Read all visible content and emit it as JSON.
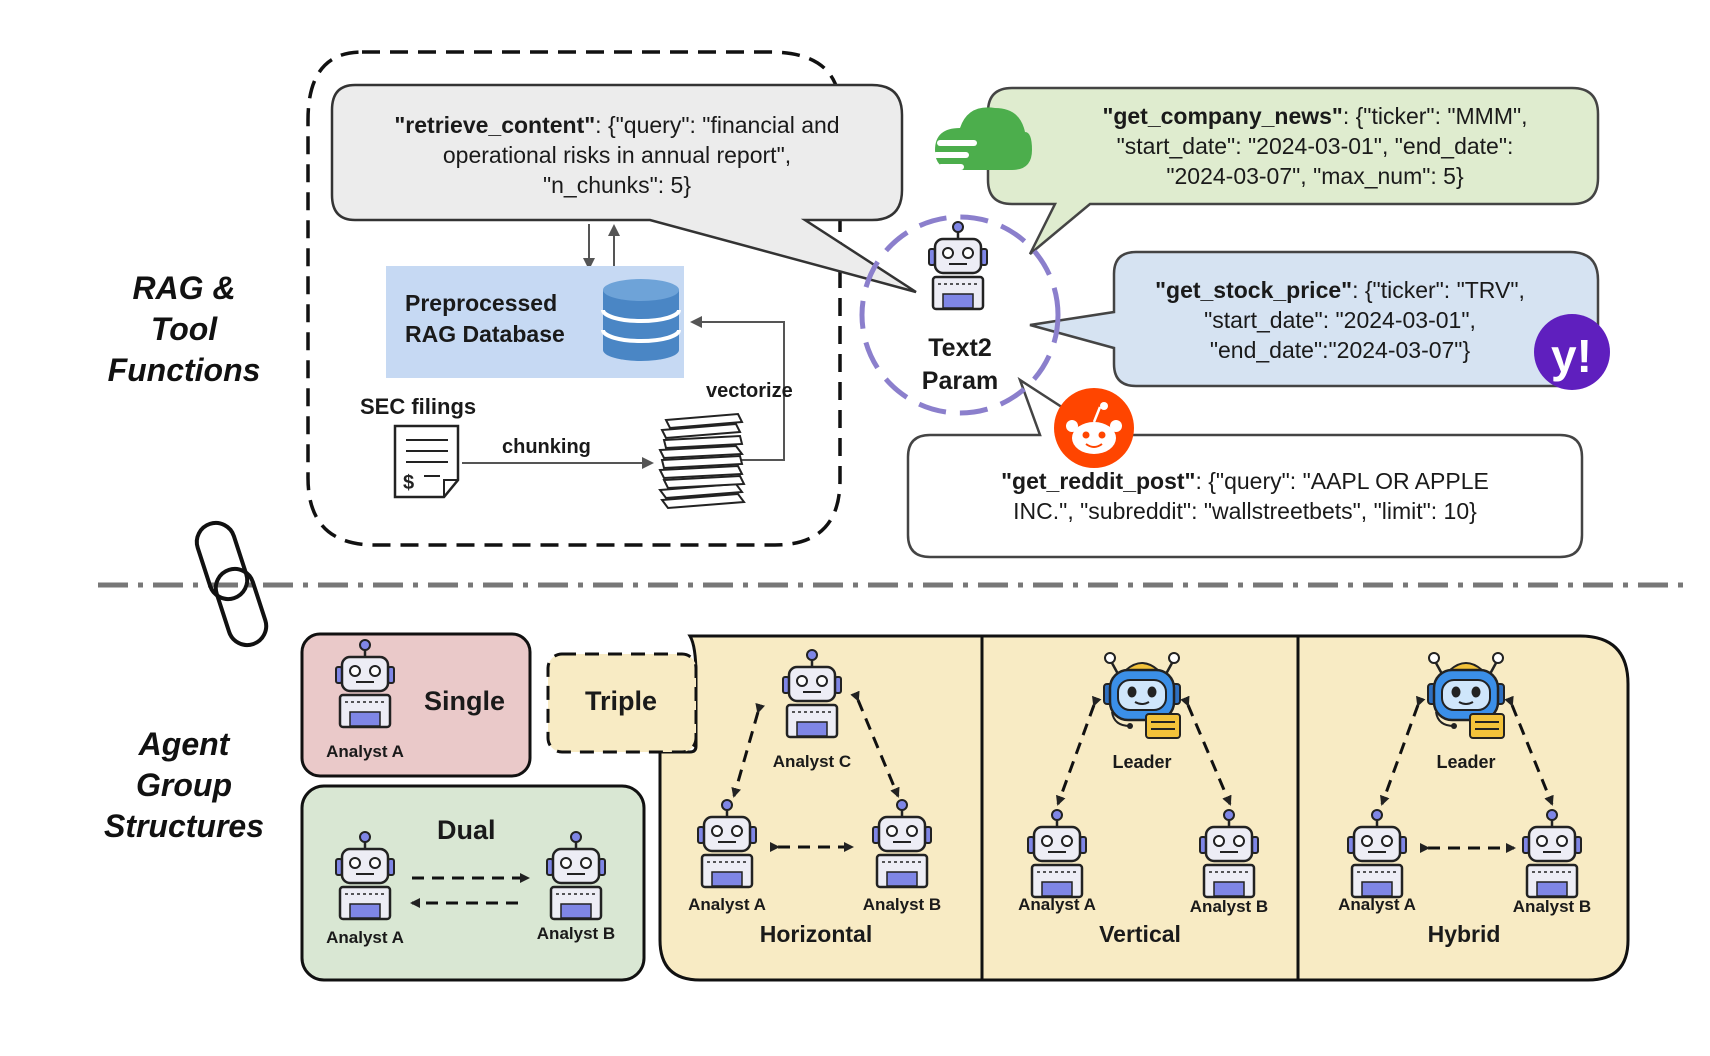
{
  "sections": {
    "top": [
      "RAG &",
      "Tool",
      "Functions"
    ],
    "bottom": [
      "Agent",
      "Group",
      "Structures"
    ]
  },
  "rag": {
    "call_fn": "\"retrieve_content\"",
    "call_args_line1": ": {\"query\": \"financial and",
    "call_args_line2": "operational risks in annual report\",",
    "call_args_line3": "\"n_chunks\": 5}",
    "db_line1": "Preprocessed",
    "db_line2": "RAG Database",
    "sec_filings": "SEC filings",
    "chunking": "chunking",
    "vectorize": "vectorize"
  },
  "text2param": {
    "line1": "Text2",
    "line2": "Param"
  },
  "tools": {
    "news": {
      "fn": "\"get_company_news\"",
      "line1_rest": ": {\"ticker\": \"MMM\",",
      "line2": "\"start_date\": \"2024-03-01\", \"end_date\":",
      "line3": "\"2024-03-07\", \"max_num\": 5}",
      "color": "#dfeccf"
    },
    "stock": {
      "fn": "\"get_stock_price\"",
      "line1_rest": ": {\"ticker\": \"TRV\",",
      "line2": "\"start_date\": \"2024-03-01\",",
      "line3": "\"end_date\":\"2024-03-07\"}",
      "color": "#d6e3f2"
    },
    "reddit": {
      "fn": "\"get_reddit_post\"",
      "line1_rest": ": {\"query\": \"AAPL OR APPLE",
      "line2": "INC.\", \"subreddit\": \"wallstreetbets\", \"limit\": 10}",
      "color": "#ffffff"
    }
  },
  "structures": {
    "single": {
      "title": "Single",
      "agents": [
        "Analyst A"
      ],
      "color": "#eac9c9"
    },
    "dual": {
      "title": "Dual",
      "agents": [
        "Analyst A",
        "Analyst B"
      ],
      "color": "#d9e7d3"
    },
    "triple": {
      "title": "Triple",
      "color": "#f8ebc4"
    },
    "horizontal": {
      "title": "Horizontal",
      "agents": [
        "Analyst C",
        "Analyst A",
        "Analyst B"
      ]
    },
    "vertical": {
      "title": "Vertical",
      "agents": [
        "Leader",
        "Analyst A",
        "Analyst B"
      ]
    },
    "hybrid": {
      "title": "Hybrid",
      "agents": [
        "Leader",
        "Analyst A",
        "Analyst B"
      ]
    }
  },
  "colors": {
    "rag_db": "#c6d9f3",
    "db_icon": "#4a86c5",
    "robot": "#7f86e6",
    "leader": "#3b8fe8",
    "text2param_ring": "#8b7fcc",
    "yahoo": "#5f1fbe",
    "reddit": "#ff4500",
    "news_icon": "#4cae4c"
  },
  "icons": [
    "robot-icon",
    "leader-robot-icon",
    "database-icon",
    "document-dollar-icon",
    "paper-stack-icon",
    "cloud-news-icon",
    "yahoo-icon",
    "reddit-icon",
    "chain-link-icon"
  ]
}
